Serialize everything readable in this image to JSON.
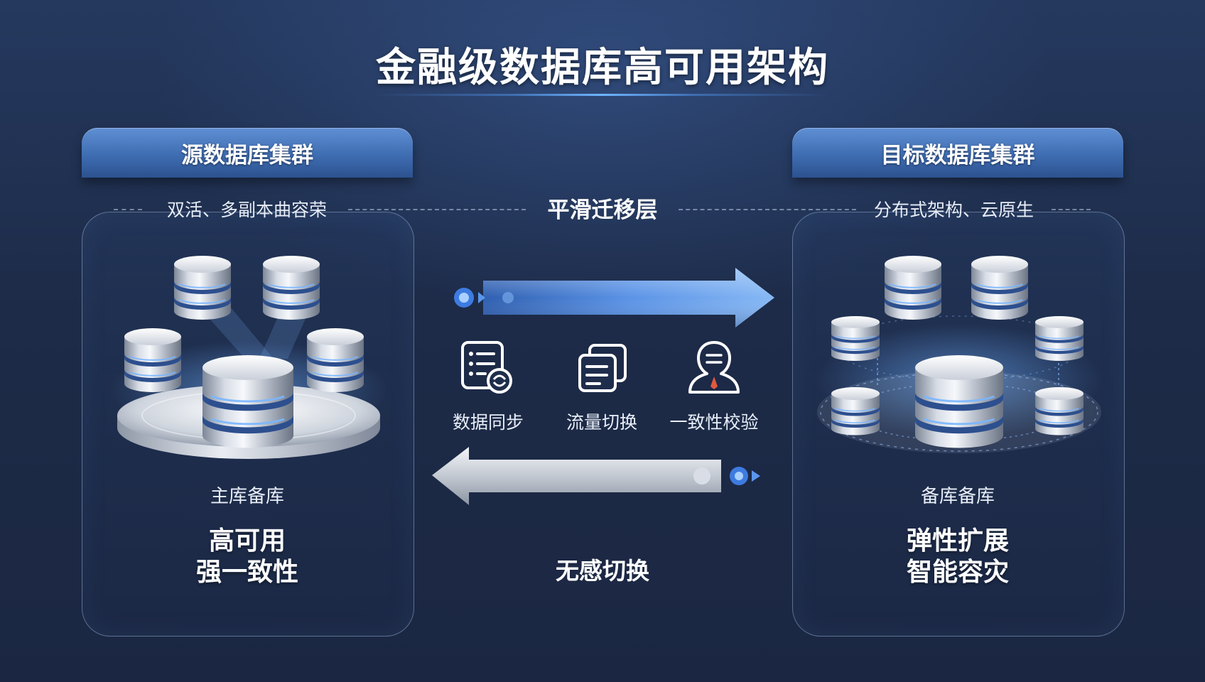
{
  "title": "金融级数据库高可用架构",
  "source_cluster": {
    "header": "源数据库集群",
    "subtitle": "双活、多副本曲容荣",
    "caption": "主库备库",
    "features": [
      "高可用",
      "强一致性"
    ]
  },
  "target_cluster": {
    "header": "目标数据库集群",
    "subtitle": "分布式架构、云原生",
    "caption": "备库备库",
    "features": [
      "弹性扩展",
      "智能容灾"
    ]
  },
  "migration_layer": {
    "title": "平滑迁移层",
    "steps": [
      {
        "label": "数据同步",
        "icon": "document-sync-icon"
      },
      {
        "label": "流量切换",
        "icon": "stacked-docs-icon"
      },
      {
        "label": "一致性校验",
        "icon": "auditor-icon"
      }
    ],
    "bottom_label": "无感切换"
  },
  "colors": {
    "accent_blue": "#4f8ae0",
    "header_blue": "#3f6db2",
    "background": "#1f2d4c"
  }
}
